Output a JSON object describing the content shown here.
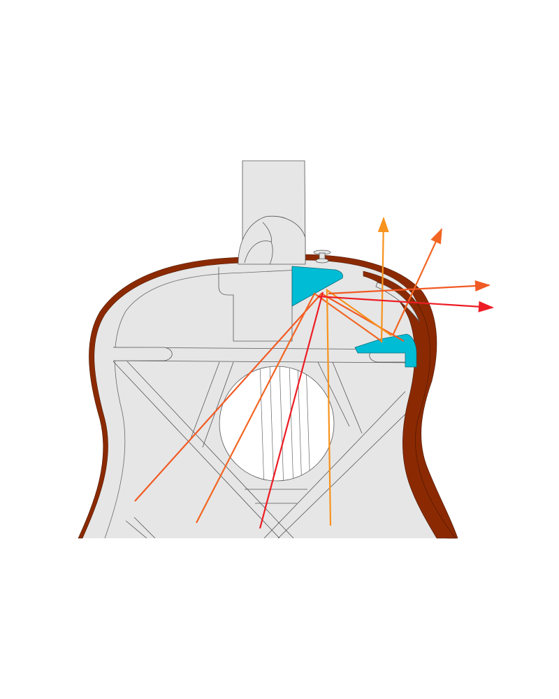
{
  "diagram": {
    "subject": "guitar-body-cross-section-with-sound-rays",
    "colors": {
      "background": "#ffffff",
      "body_fill": "#e6e6e6",
      "outline": "#555555",
      "rim": "#8b2a02",
      "rim_inner": "#a0380a",
      "reflector": "#00bcd4",
      "ray_orange": "#f7931e",
      "ray_dark_orange": "#f26522",
      "ray_red": "#ed1c24",
      "ray_orange_red": "#f15a24"
    },
    "parts": [
      {
        "name": "neck",
        "role": "neck"
      },
      {
        "name": "heel",
        "role": "neck-heel"
      },
      {
        "name": "neck-block",
        "role": "neck-block"
      },
      {
        "name": "body-top",
        "role": "soundboard"
      },
      {
        "name": "rim",
        "role": "side-rim"
      },
      {
        "name": "sound-hole",
        "role": "sound-hole"
      },
      {
        "name": "strings",
        "role": "strings"
      },
      {
        "name": "upper-transverse-brace",
        "role": "brace"
      },
      {
        "name": "x-brace",
        "role": "brace"
      },
      {
        "name": "reflector-upper",
        "role": "reflector"
      },
      {
        "name": "reflector-lower",
        "role": "reflector"
      },
      {
        "name": "strap-button",
        "role": "strap-button"
      },
      {
        "name": "side-port",
        "role": "sound-port"
      }
    ],
    "rays": [
      {
        "id": "ray-1",
        "color_key": "ray_orange_red",
        "arrowhead": false
      },
      {
        "id": "ray-2",
        "color_key": "ray_dark_orange",
        "arrowhead": false
      },
      {
        "id": "ray-3",
        "color_key": "ray_red",
        "arrowhead": false
      },
      {
        "id": "ray-4",
        "color_key": "ray_orange",
        "arrowhead": false
      },
      {
        "id": "ray-5",
        "color_key": "ray_orange",
        "arrowhead": true
      },
      {
        "id": "ray-6",
        "color_key": "ray_dark_orange",
        "arrowhead": true
      },
      {
        "id": "ray-7",
        "color_key": "ray_orange_red",
        "arrowhead": true
      },
      {
        "id": "ray-8",
        "color_key": "ray_red",
        "arrowhead": true
      }
    ]
  }
}
